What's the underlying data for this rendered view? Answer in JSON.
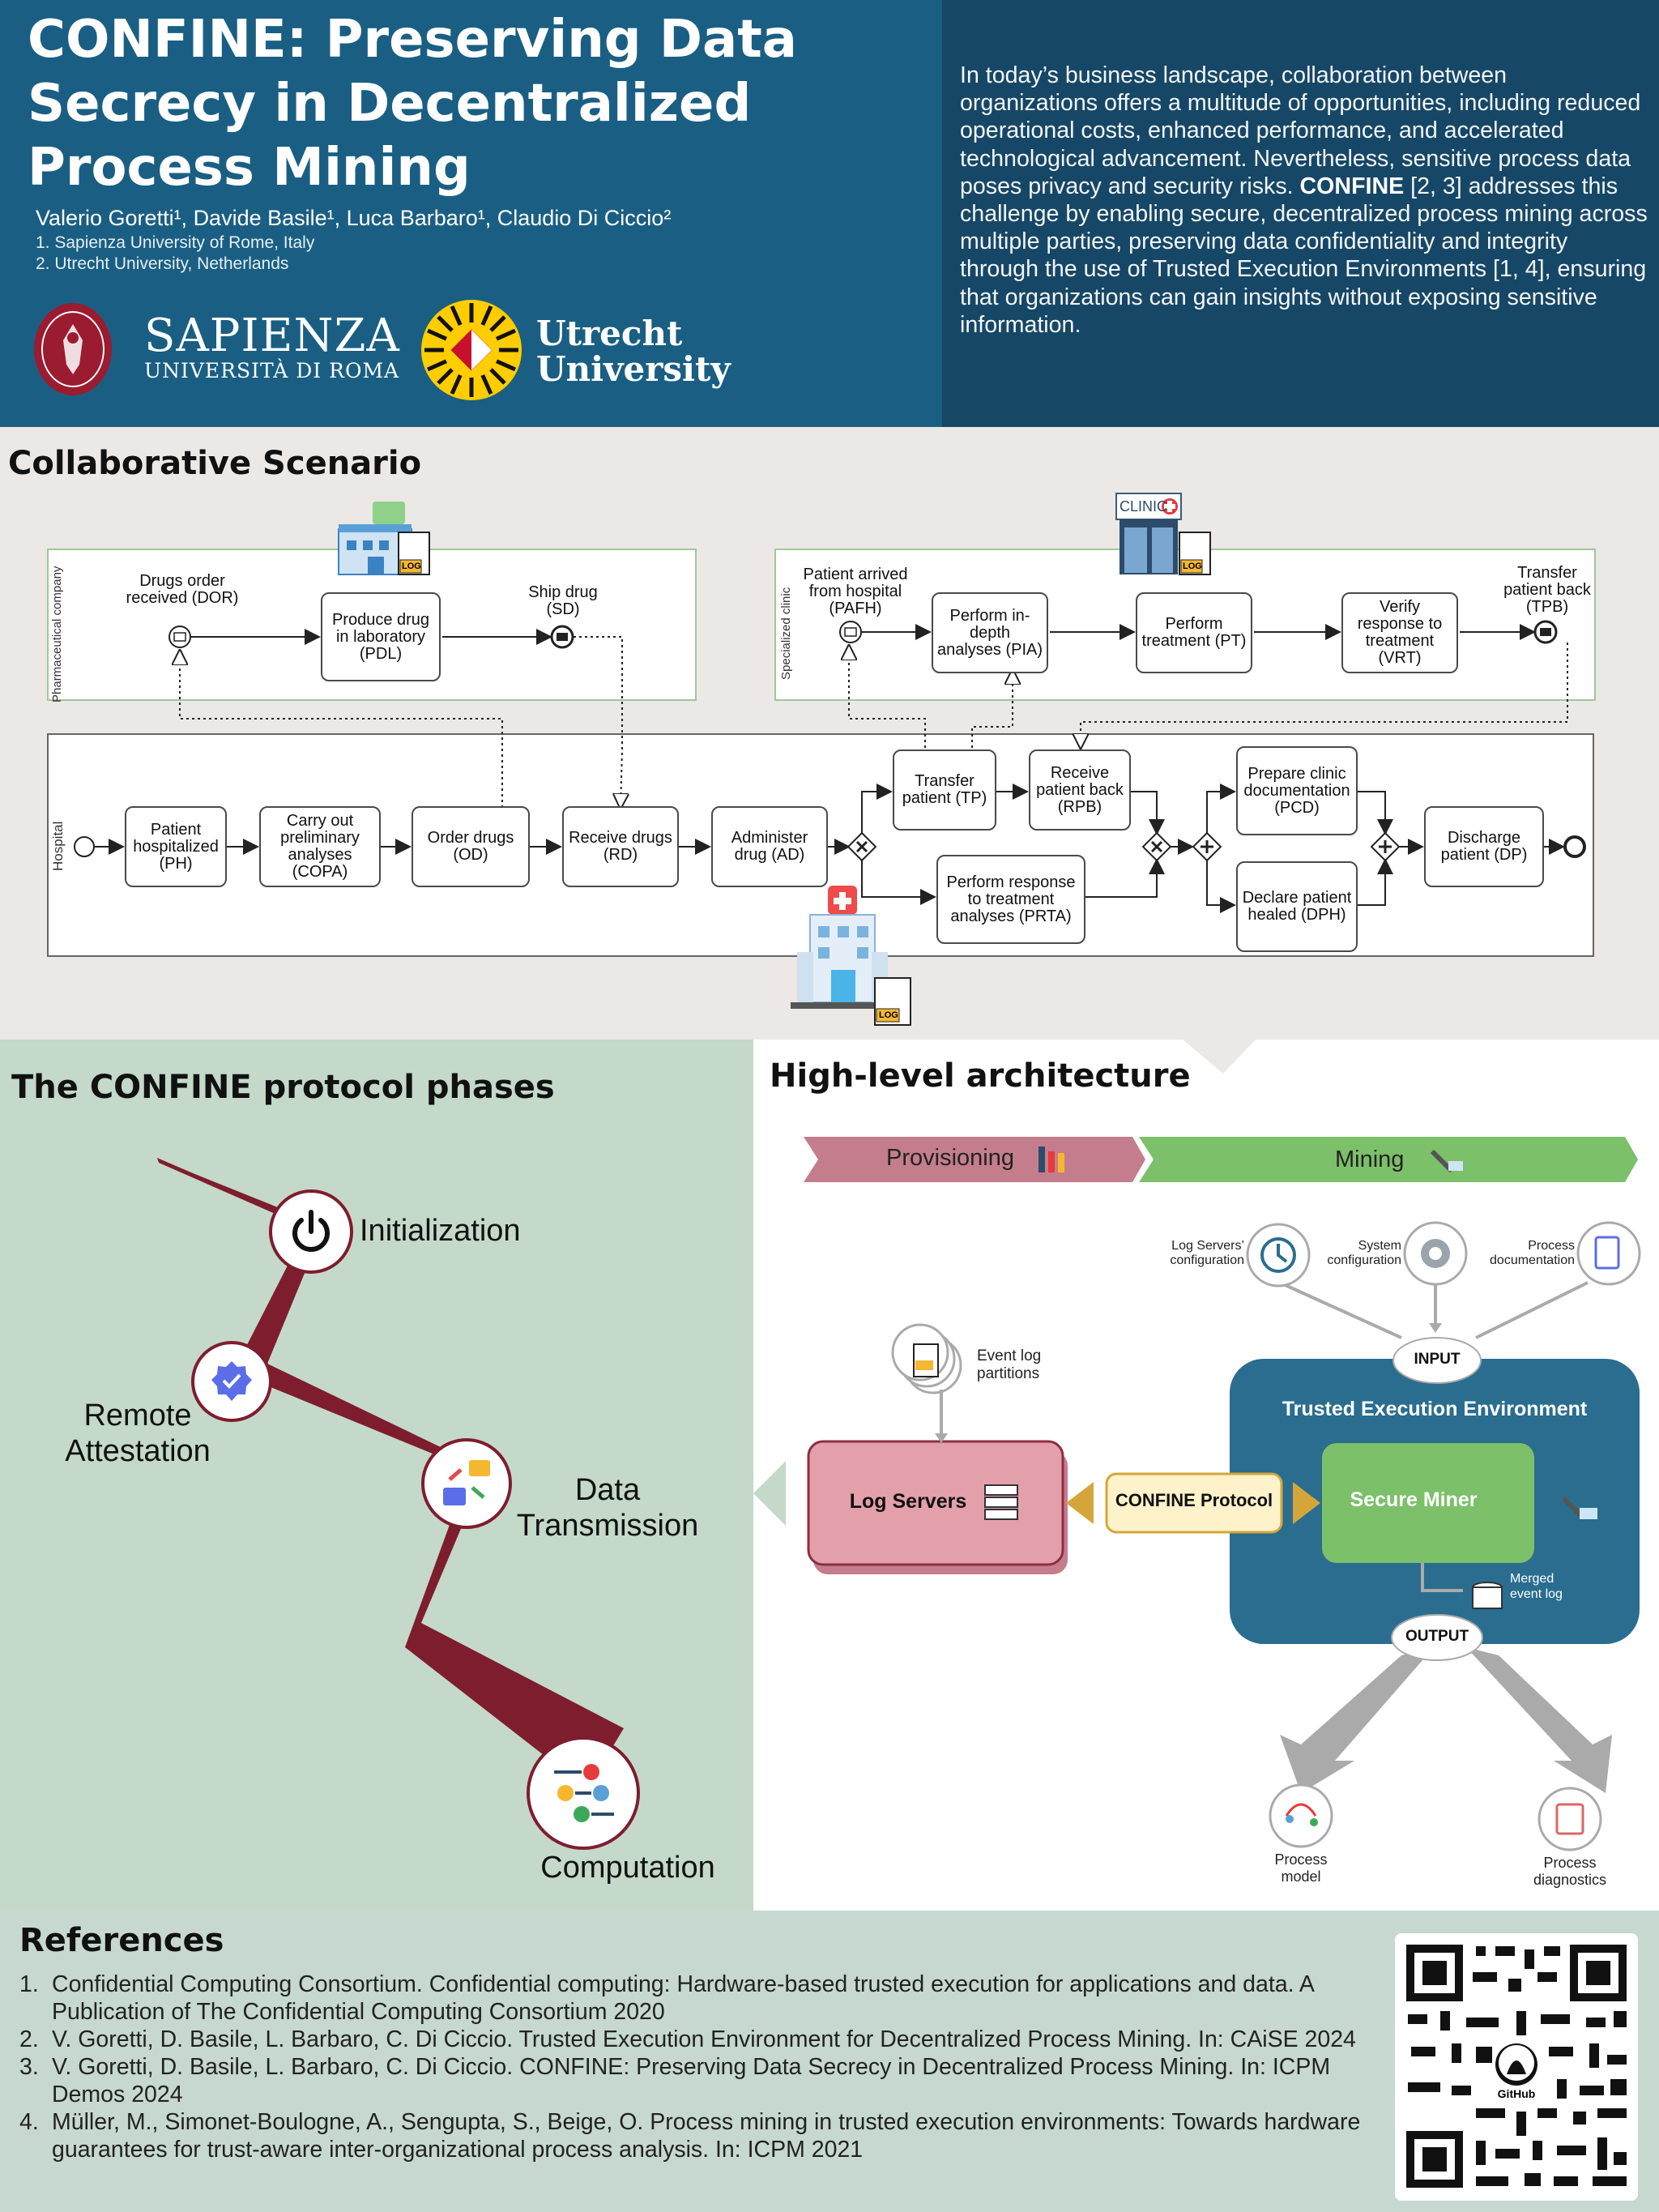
{
  "header": {
    "title": "CONFINE: Preserving Data Secrecy in Decentralized Process Mining",
    "authors": "Valerio Goretti¹, Davide Basile¹, Luca Barbaro¹, Claudio Di Ciccio²",
    "affiliations": [
      "1. Sapienza University of Rome, Italy",
      "2. Utrecht University, Netherlands"
    ],
    "logo_sapienza": [
      "SAPIENZA",
      "UNIVERSITÀ DI ROMA"
    ],
    "logo_utrecht": [
      "Utrecht",
      "University"
    ],
    "abstract_parts": [
      "In today’s business landscape, collaboration between organizations offers a multitude of opportunities, including reduced operational costs, enhanced performance, and accelerated technological advancement. Nevertheless, sensitive process data poses privacy and security risks. ",
      "CONFINE",
      " [2, 3] addresses this challenge by enabling secure, decentralized process mining across multiple parties, preserving data confidentiality and integrity through the use of Trusted Execution Environments [1, 4], ensuring that organizations can gain insights without exposing sensitive information."
    ]
  },
  "scenario": {
    "title": "Collaborative Scenario",
    "pools": {
      "pharma": "Pharmaceutical company",
      "clinic": "Specialized clinic",
      "hospital": "Hospital"
    },
    "clinic_sign": "CLINIC",
    "log_badge": "LOG",
    "pharma_events": {
      "dor": "Drugs order received (DOR)",
      "sd": "Ship drug (SD)"
    },
    "pharma_tasks": {
      "pdl": "Produce drug in laboratory (PDL)"
    },
    "clinic_events": {
      "pafh": "Patient arrived from hospital (PAFH)",
      "tpb": "Transfer patient back (TPB)"
    },
    "clinic_tasks": {
      "pia": "Perform in-depth analyses (PIA)",
      "pt": "Perform treatment (PT)",
      "vrt": "Verify response to treatment (VRT)"
    },
    "hospital_tasks": {
      "ph": "Patient hospitalized (PH)",
      "copa": "Carry out preliminary analyses (COPA)",
      "od": "Order drugs (OD)",
      "rd": "Receive drugs (RD)",
      "ad": "Administer drug (AD)",
      "tp": "Transfer patient (TP)",
      "rpb": "Receive patient back (RPB)",
      "prta": "Perform response to treatment analyses (PRTA)",
      "pcd": "Prepare clinic documentation (PCD)",
      "dph": "Declare patient healed (DPH)",
      "dp": "Discharge patient (DP)"
    }
  },
  "phases": {
    "title": "The CONFINE protocol phases",
    "items": [
      "Initialization",
      "Remote Attestation",
      "Data Transmission",
      "Computation"
    ]
  },
  "architecture": {
    "title": "High-level architecture",
    "banner_provisioning": "Provisioning",
    "banner_mining": "Mining",
    "inputs": [
      "Log Servers’ configuration",
      "System configuration",
      "Process documentation"
    ],
    "input_label": "INPUT",
    "tee_label": "Trusted Execution Environment",
    "secure_miner": "Secure Miner",
    "merged_log": "Merged event log",
    "output_label": "OUTPUT",
    "outputs": [
      "Process model",
      "Process diagnostics"
    ],
    "event_log_partitions": "Event log partitions",
    "log_servers": "Log Servers",
    "protocol": "CONFINE Protocol",
    "colors": {
      "tee": "#2a6d8f",
      "miner": "#7cc06a",
      "servers": "#e3a0ab",
      "protocol": "#fdf2c9",
      "arrow": "#d4a639"
    }
  },
  "references": {
    "title": "References",
    "items": [
      "Confidential Computing Consortium. Confidential computing: Hardware-based trusted execution for applications and data. A Publication of The Confidential Computing Consortium 2020",
      "V. Goretti, D. Basile, L. Barbaro, C. Di Ciccio. Trusted Execution Environment for Decentralized Process Mining. In: CAiSE 2024",
      "V. Goretti, D. Basile, L. Barbaro, C. Di Ciccio. CONFINE: Preserving Data Secrecy in Decentralized Process Mining. In: ICPM Demos 2024",
      "Müller, M., Simonet-Boulogne, A., Sengupta, S., Beige, O. Process mining in trusted execution environments: Towards hardware guarantees for trust-aware inter-organizational process analysis. In: ICPM 2021"
    ],
    "qr_caption": "GitHub"
  }
}
